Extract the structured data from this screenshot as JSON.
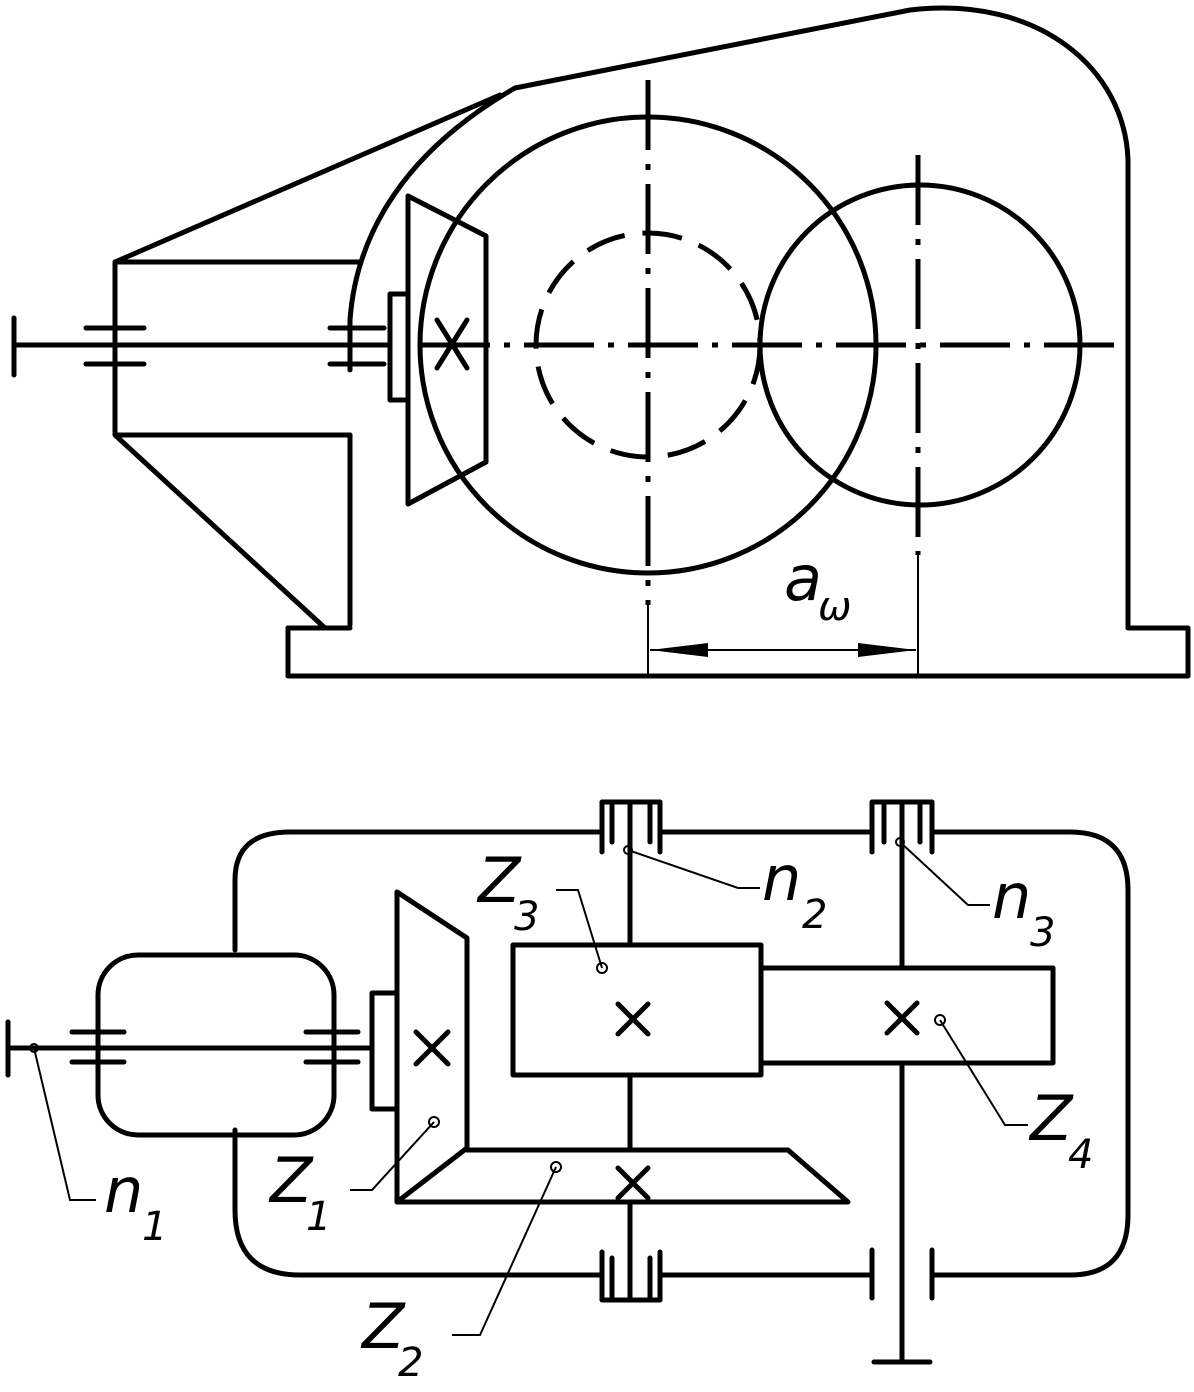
{
  "labels": {
    "center_distance": {
      "main": "a",
      "sub": "ω"
    },
    "n1": {
      "main": "n",
      "sub": "1"
    },
    "n2": {
      "main": "n",
      "sub": "2"
    },
    "n3": {
      "main": "n",
      "sub": "3"
    },
    "z1": {
      "main": "Z",
      "sub": "1"
    },
    "z2": {
      "main": "Z",
      "sub": "2"
    },
    "z3": {
      "main": "Z",
      "sub": "3"
    },
    "z4": {
      "main": "Z",
      "sub": "4"
    }
  }
}
